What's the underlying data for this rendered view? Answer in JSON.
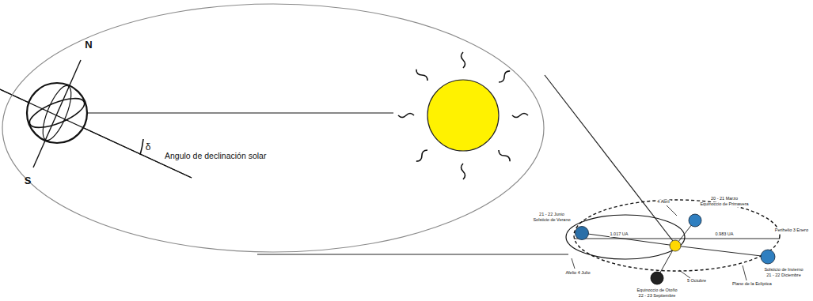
{
  "diagram": {
    "nodes": [
      {
        "text": [
          "N",
          "S",
          "δ",
          "Angulo de declinación solar"
        ]
      }
    ],
    "labels": [
      "4 Abril",
      "20 - 21 Marzo",
      "Equinoccio de Primavera",
      "Perihelio 3 Enero",
      "21 - 22 Junio",
      "Solsticio de Verano",
      "1.017 UA",
      "0.983 UA",
      "Solsticio de Invierno",
      "21 - 22 Diciembre",
      "Afelio 4 Julio",
      "Plano de la Eclíptica",
      "5 Octubre",
      "Equinoccio de Otoño",
      "22 - 23 Septiembre"
    ]
  }
}
